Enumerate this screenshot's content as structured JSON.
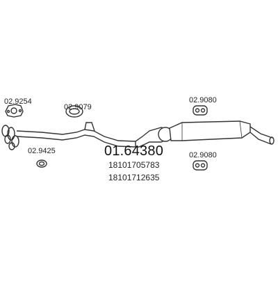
{
  "diagram": {
    "main_part_number": "01.64380",
    "oem_numbers": [
      "18101705783",
      "18101712635"
    ],
    "parts": [
      {
        "id": "clamp_left",
        "label": "02.9254",
        "icon": "flange-clamp-icon"
      },
      {
        "id": "ring_mid",
        "label": "02.9079",
        "icon": "rubber-ring-icon"
      },
      {
        "id": "gasket_front",
        "label": "02.9425",
        "icon": "gasket-ring-icon"
      },
      {
        "id": "hanger_top",
        "label": "02.9080",
        "icon": "rubber-hanger-icon"
      },
      {
        "id": "hanger_bottom",
        "label": "02.9080",
        "icon": "rubber-hanger-icon"
      }
    ],
    "colors": {
      "ink": "#333333",
      "muffler_fill": "#ffffff"
    }
  }
}
